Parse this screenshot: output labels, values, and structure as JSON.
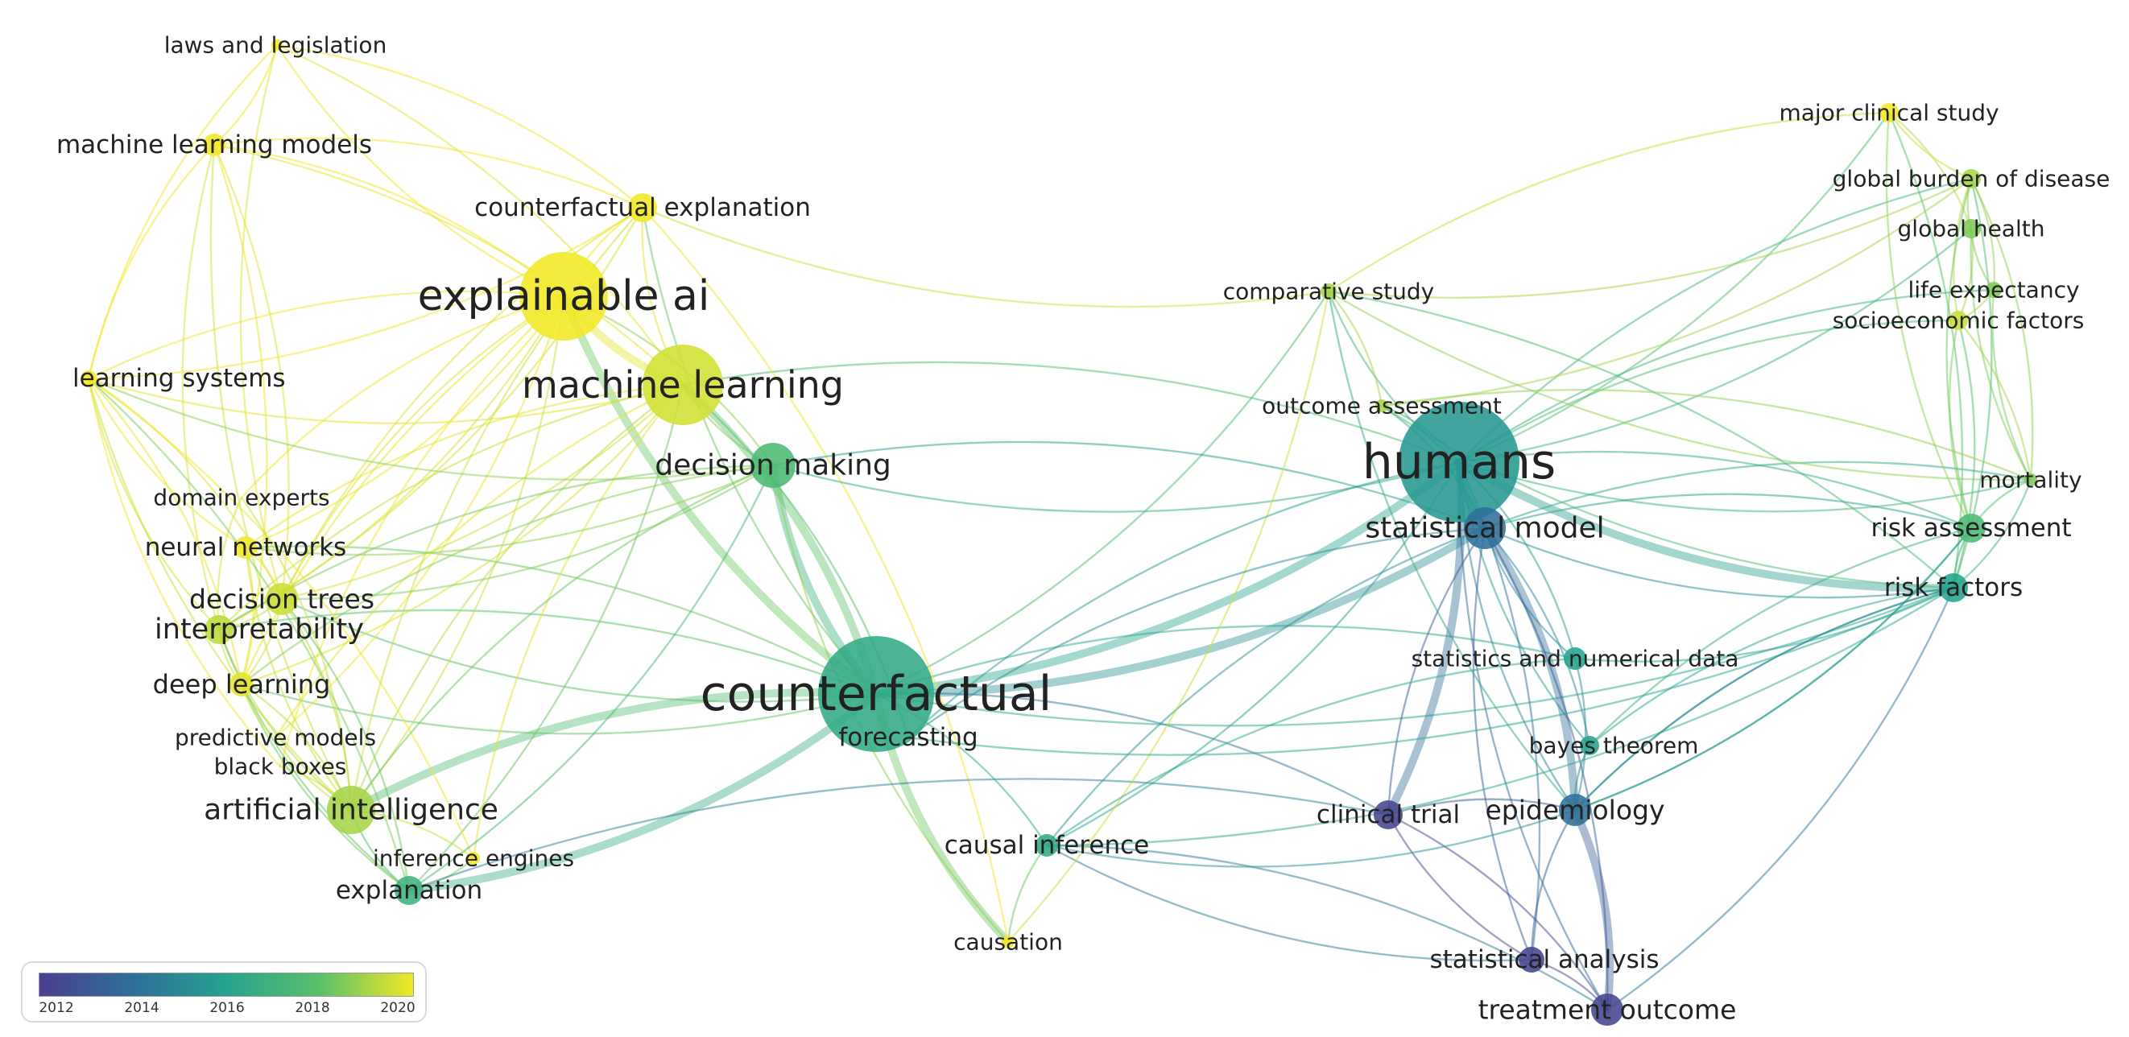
{
  "chart_data": {
    "type": "network",
    "colors": {
      "c2012": "#4a3f8f",
      "c2014": "#2f6f99",
      "c2016": "#25a38f",
      "c2018": "#58c06a",
      "c2020": "#f2e825"
    },
    "legend": {
      "ticks": [
        "2012",
        "2014",
        "2016",
        "2018",
        "2020"
      ]
    },
    "nodes": [
      {
        "id": "laws",
        "label": "laws and legislation",
        "year": 2020
      },
      {
        "id": "mlmodels",
        "label": "machine learning models",
        "year": 2020
      },
      {
        "id": "cfexpl",
        "label": "counterfactual explanation",
        "year": 2020
      },
      {
        "id": "xai",
        "label": "explainable ai",
        "year": 2020
      },
      {
        "id": "ml",
        "label": "machine learning",
        "year": 2019.6
      },
      {
        "id": "learnsys",
        "label": "learning systems",
        "year": 2020
      },
      {
        "id": "decmaking",
        "label": "decision making",
        "year": 2017.5
      },
      {
        "id": "domexp",
        "label": "domain experts",
        "year": 2020
      },
      {
        "id": "neural",
        "label": "neural networks",
        "year": 2020
      },
      {
        "id": "dectrees",
        "label": "decision trees",
        "year": 2019.5
      },
      {
        "id": "interp",
        "label": "interpretability",
        "year": 2019.3
      },
      {
        "id": "deep",
        "label": "deep learning",
        "year": 2019.8
      },
      {
        "id": "predmodels",
        "label": "predictive models",
        "year": 2020
      },
      {
        "id": "blackbox",
        "label": "black boxes",
        "year": 2020
      },
      {
        "id": "ai",
        "label": "artificial intelligence",
        "year": 2019
      },
      {
        "id": "inference",
        "label": "inference engines",
        "year": 2020
      },
      {
        "id": "explanation",
        "label": "explanation",
        "year": 2017
      },
      {
        "id": "counterfactual",
        "label": "counterfactual",
        "year": 2016.5
      },
      {
        "id": "forecasting",
        "label": "forecasting",
        "year": 2016
      },
      {
        "id": "causalinf",
        "label": "causal inference",
        "year": 2016.5
      },
      {
        "id": "causation",
        "label": "causation",
        "year": 2020
      },
      {
        "id": "comparative",
        "label": "comparative study",
        "year": 2019
      },
      {
        "id": "outcome",
        "label": "outcome assessment",
        "year": 2019
      },
      {
        "id": "humans",
        "label": "humans",
        "year": 2015.6
      },
      {
        "id": "statmodel",
        "label": "statistical model",
        "year": 2014
      },
      {
        "id": "statsnum",
        "label": "statistics and numerical data",
        "year": 2016
      },
      {
        "id": "bayes",
        "label": "bayes theorem",
        "year": 2016
      },
      {
        "id": "clinical",
        "label": "clinical trial",
        "year": 2012.3
      },
      {
        "id": "epidem",
        "label": "epidemiology",
        "year": 2014
      },
      {
        "id": "statanalysis",
        "label": "statistical analysis",
        "year": 2012.3
      },
      {
        "id": "treatment",
        "label": "treatment outcome",
        "year": 2012.3
      },
      {
        "id": "major",
        "label": "major clinical study",
        "year": 2020
      },
      {
        "id": "gbd",
        "label": "global burden of disease",
        "year": 2019
      },
      {
        "id": "globalhealth",
        "label": "global health",
        "year": 2018.5
      },
      {
        "id": "lifeexp",
        "label": "life expectancy",
        "year": 2018.5
      },
      {
        "id": "socio",
        "label": "socioeconomic factors",
        "year": 2019.5
      },
      {
        "id": "mortality",
        "label": "mortality",
        "year": 2018.5
      },
      {
        "id": "risk",
        "label": "risk assessment",
        "year": 2017.5
      },
      {
        "id": "riskfactors",
        "label": "risk factors",
        "year": 2016
      }
    ],
    "links": [
      [
        "counterfactual",
        "humans"
      ],
      [
        "counterfactual",
        "explanation"
      ],
      [
        "counterfactual",
        "ai"
      ],
      [
        "counterfactual",
        "decmaking"
      ],
      [
        "counterfactual",
        "ml"
      ],
      [
        "counterfactual",
        "xai"
      ],
      [
        "counterfactual",
        "causation"
      ],
      [
        "counterfactual",
        "causalinf"
      ],
      [
        "counterfactual",
        "statmodel"
      ],
      [
        "counterfactual",
        "dectrees"
      ],
      [
        "counterfactual",
        "interp"
      ],
      [
        "counterfactual",
        "deep"
      ],
      [
        "counterfactual",
        "comparative"
      ],
      [
        "counterfactual",
        "clinical"
      ],
      [
        "counterfactual",
        "riskfactors"
      ],
      [
        "counterfactual",
        "statsnum"
      ],
      [
        "counterfactual",
        "neural"
      ],
      [
        "counterfactual",
        "cfexpl"
      ],
      [
        "xai",
        "ml"
      ],
      [
        "xai",
        "cfexpl"
      ],
      [
        "xai",
        "mlmodels"
      ],
      [
        "xai",
        "laws"
      ],
      [
        "xai",
        "learnsys"
      ],
      [
        "xai",
        "neural"
      ],
      [
        "xai",
        "dectrees"
      ],
      [
        "xai",
        "interp"
      ],
      [
        "xai",
        "deep"
      ],
      [
        "xai",
        "ai"
      ],
      [
        "xai",
        "domexp"
      ],
      [
        "xai",
        "predmodels"
      ],
      [
        "xai",
        "blackbox"
      ],
      [
        "xai",
        "decmaking"
      ],
      [
        "ml",
        "decmaking"
      ],
      [
        "ml",
        "cfexpl"
      ],
      [
        "ml",
        "mlmodels"
      ],
      [
        "ml",
        "learnsys"
      ],
      [
        "ml",
        "neural"
      ],
      [
        "ml",
        "dectrees"
      ],
      [
        "ml",
        "interp"
      ],
      [
        "ml",
        "deep"
      ],
      [
        "ml",
        "ai"
      ],
      [
        "ml",
        "explanation"
      ],
      [
        "ml",
        "inference"
      ],
      [
        "ml",
        "humans"
      ],
      [
        "ml",
        "predmodels"
      ],
      [
        "laws",
        "mlmodels"
      ],
      [
        "laws",
        "learnsys"
      ],
      [
        "laws",
        "cfexpl"
      ],
      [
        "laws",
        "dectrees"
      ],
      [
        "laws",
        "ml"
      ],
      [
        "mlmodels",
        "learnsys"
      ],
      [
        "mlmodels",
        "cfexpl"
      ],
      [
        "mlmodels",
        "interp"
      ],
      [
        "mlmodels",
        "deep"
      ],
      [
        "mlmodels",
        "ai"
      ],
      [
        "mlmodels",
        "dectrees"
      ],
      [
        "cfexpl",
        "comparative"
      ],
      [
        "cfexpl",
        "learnsys"
      ],
      [
        "cfexpl",
        "ai"
      ],
      [
        "cfexpl",
        "interp"
      ],
      [
        "cfexpl",
        "dectrees"
      ],
      [
        "cfexpl",
        "causation"
      ],
      [
        "learnsys",
        "neural"
      ],
      [
        "learnsys",
        "dectrees"
      ],
      [
        "learnsys",
        "interp"
      ],
      [
        "learnsys",
        "deep"
      ],
      [
        "learnsys",
        "ai"
      ],
      [
        "learnsys",
        "explanation"
      ],
      [
        "learnsys",
        "blackbox"
      ],
      [
        "learnsys",
        "inference"
      ],
      [
        "decmaking",
        "ai"
      ],
      [
        "decmaking",
        "explanation"
      ],
      [
        "decmaking",
        "interp"
      ],
      [
        "decmaking",
        "dectrees"
      ],
      [
        "decmaking",
        "humans"
      ],
      [
        "decmaking",
        "neural"
      ],
      [
        "decmaking",
        "deep"
      ],
      [
        "decmaking",
        "statmodel"
      ],
      [
        "decmaking",
        "causation"
      ],
      [
        "decmaking",
        "learnsys"
      ],
      [
        "ai",
        "explanation"
      ],
      [
        "ai",
        "interp"
      ],
      [
        "ai",
        "deep"
      ],
      [
        "ai",
        "neural"
      ],
      [
        "ai",
        "dectrees"
      ],
      [
        "ai",
        "inference"
      ],
      [
        "ai",
        "blackbox"
      ],
      [
        "ai",
        "predmodels"
      ],
      [
        "ai",
        "domexp"
      ],
      [
        "explanation",
        "interp"
      ],
      [
        "explanation",
        "dectrees"
      ],
      [
        "explanation",
        "deep"
      ],
      [
        "explanation",
        "inference"
      ],
      [
        "dectrees",
        "interp"
      ],
      [
        "dectrees",
        "neural"
      ],
      [
        "dectrees",
        "deep"
      ],
      [
        "interp",
        "deep"
      ],
      [
        "neural",
        "deep"
      ],
      [
        "domexp",
        "interp"
      ],
      [
        "predmodels",
        "deep"
      ],
      [
        "humans",
        "statmodel"
      ],
      [
        "humans",
        "comparative"
      ],
      [
        "humans",
        "outcome"
      ],
      [
        "humans",
        "statsnum"
      ],
      [
        "humans",
        "epidem"
      ],
      [
        "humans",
        "clinical"
      ],
      [
        "humans",
        "treatment"
      ],
      [
        "humans",
        "statanalysis"
      ],
      [
        "humans",
        "riskfactors"
      ],
      [
        "humans",
        "risk"
      ],
      [
        "humans",
        "mortality"
      ],
      [
        "humans",
        "socio"
      ],
      [
        "humans",
        "globalhealth"
      ],
      [
        "humans",
        "gbd"
      ],
      [
        "humans",
        "major"
      ],
      [
        "humans",
        "lifeexp"
      ],
      [
        "humans",
        "bayes"
      ],
      [
        "humans",
        "causalinf"
      ],
      [
        "statmodel",
        "statsnum"
      ],
      [
        "statmodel",
        "epidem"
      ],
      [
        "statmodel",
        "clinical"
      ],
      [
        "statmodel",
        "treatment"
      ],
      [
        "statmodel",
        "statanalysis"
      ],
      [
        "statmodel",
        "bayes"
      ],
      [
        "statmodel",
        "riskfactors"
      ],
      [
        "statmodel",
        "risk"
      ],
      [
        "statmodel",
        "causalinf"
      ],
      [
        "statmodel",
        "mortality"
      ],
      [
        "epidem",
        "clinical"
      ],
      [
        "epidem",
        "treatment"
      ],
      [
        "epidem",
        "statanalysis"
      ],
      [
        "epidem",
        "riskfactors"
      ],
      [
        "epidem",
        "statsnum"
      ],
      [
        "epidem",
        "bayes"
      ],
      [
        "epidem",
        "risk"
      ],
      [
        "clinical",
        "treatment"
      ],
      [
        "clinical",
        "statanalysis"
      ],
      [
        "statanalysis",
        "treatment"
      ],
      [
        "treatment",
        "causalinf"
      ],
      [
        "statanalysis",
        "causalinf"
      ],
      [
        "clinical",
        "explanation"
      ],
      [
        "comparative",
        "major"
      ],
      [
        "comparative",
        "gbd"
      ],
      [
        "comparative",
        "outcome"
      ],
      [
        "comparative",
        "mortality"
      ],
      [
        "comparative",
        "riskfactors"
      ],
      [
        "comparative",
        "epidem"
      ],
      [
        "comparative",
        "causation"
      ],
      [
        "major",
        "gbd"
      ],
      [
        "major",
        "globalhealth"
      ],
      [
        "major",
        "risk"
      ],
      [
        "major",
        "riskfactors"
      ],
      [
        "gbd",
        "globalhealth"
      ],
      [
        "gbd",
        "lifeexp"
      ],
      [
        "gbd",
        "socio"
      ],
      [
        "gbd",
        "mortality"
      ],
      [
        "gbd",
        "risk"
      ],
      [
        "gbd",
        "riskfactors"
      ],
      [
        "globalhealth",
        "lifeexp"
      ],
      [
        "globalhealth",
        "socio"
      ],
      [
        "globalhealth",
        "mortality"
      ],
      [
        "lifeexp",
        "socio"
      ],
      [
        "lifeexp",
        "mortality"
      ],
      [
        "socio",
        "mortality"
      ],
      [
        "socio",
        "risk"
      ],
      [
        "socio",
        "riskfactors"
      ],
      [
        "mortality",
        "risk"
      ],
      [
        "mortality",
        "riskfactors"
      ],
      [
        "risk",
        "riskfactors"
      ],
      [
        "riskfactors",
        "statsnum"
      ],
      [
        "riskfactors",
        "bayes"
      ],
      [
        "riskfactors",
        "treatment"
      ],
      [
        "risk",
        "bayes"
      ],
      [
        "risk",
        "epidem"
      ],
      [
        "riskfactors",
        "epidem"
      ],
      [
        "riskfactors",
        "causalinf"
      ],
      [
        "causalinf",
        "causation"
      ],
      [
        "causalinf",
        "statsnum"
      ],
      [
        "causalinf",
        "epidem"
      ],
      [
        "forecasting",
        "humans"
      ],
      [
        "forecasting",
        "ml"
      ],
      [
        "forecasting",
        "statmodel"
      ],
      [
        "forecasting",
        "riskfactors"
      ],
      [
        "outcome",
        "statmodel"
      ],
      [
        "outcome",
        "riskfactors"
      ],
      [
        "outcome",
        "mortality"
      ],
      [
        "outcome",
        "gbd"
      ]
    ],
    "thick_links": [
      [
        "counterfactual",
        "humans"
      ],
      [
        "counterfactual",
        "explanation"
      ],
      [
        "counterfactual",
        "ai"
      ],
      [
        "counterfactual",
        "decmaking"
      ],
      [
        "counterfactual",
        "ml"
      ],
      [
        "xai",
        "ml"
      ],
      [
        "humans",
        "statmodel"
      ],
      [
        "counterfactual",
        "causation"
      ],
      [
        "statmodel",
        "epidem"
      ],
      [
        "humans",
        "clinical"
      ],
      [
        "humans",
        "riskfactors"
      ],
      [
        "counterfactual",
        "statmodel"
      ],
      [
        "counterfactual",
        "xai"
      ],
      [
        "epidem",
        "treatment"
      ]
    ]
  }
}
